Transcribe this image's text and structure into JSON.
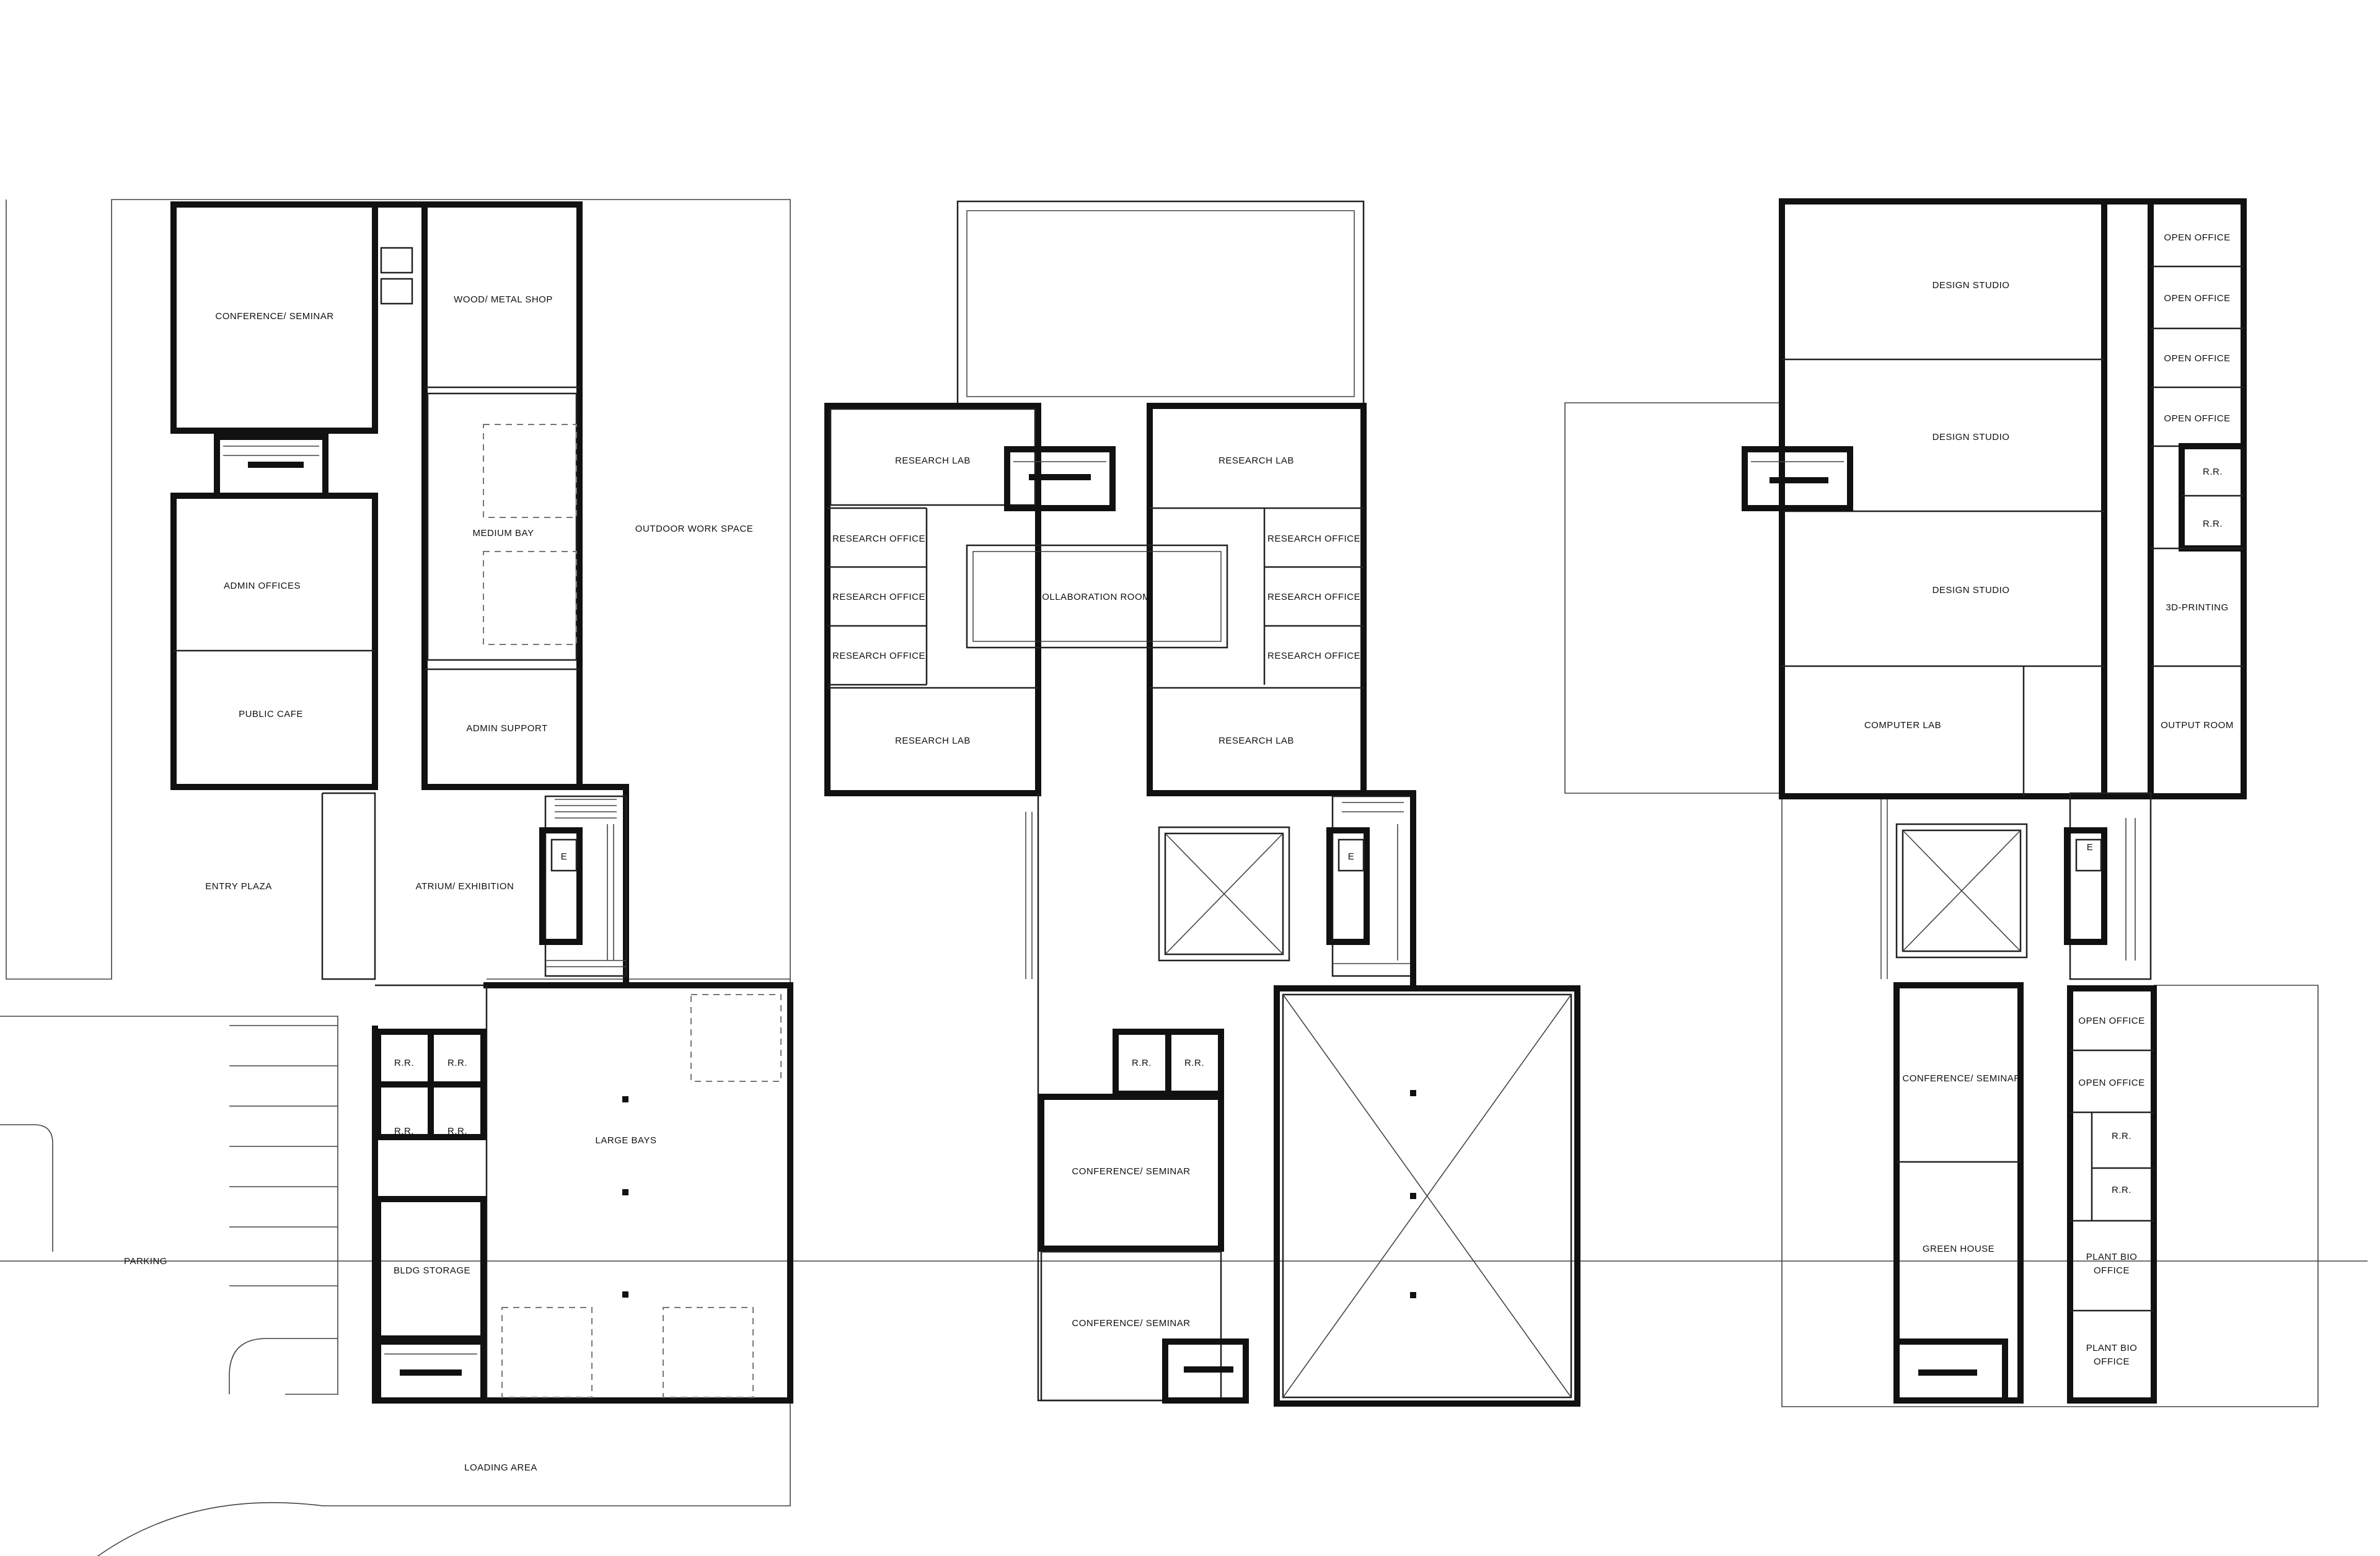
{
  "floor1": {
    "conference": "CONFERENCE/ SEMINAR",
    "wood_shop": "WOOD/ METAL SHOP",
    "medium_bay": "MEDIUM BAY",
    "outdoor": "OUTDOOR WORK SPACE",
    "admin_offices": "ADMIN OFFICES",
    "public_cafe": "PUBLIC CAFE",
    "admin_support": "ADMIN SUPPORT",
    "entry_plaza": "ENTRY PLAZA",
    "atrium": "ATRIUM/ EXHIBITION",
    "elevator": "E",
    "rr": "R.R.",
    "large_bays": "LARGE BAYS",
    "parking": "PARKING",
    "bldg_storage": "BLDG STORAGE",
    "loading": "LOADING AREA"
  },
  "floor2": {
    "research_lab": "RESEARCH LAB",
    "research_office": "RESEARCH OFFICE",
    "collaboration": "COLLABORATION ROOM",
    "elevator": "E",
    "rr": "R.R.",
    "conference": "CONFERENCE/ SEMINAR"
  },
  "floor3": {
    "design_studio": "DESIGN STUDIO",
    "open_office": "OPEN OFFICE",
    "rr": "R.R.",
    "printing": "3D-PRINTING",
    "computer_lab": "COMPUTER LAB",
    "output_room": "OUTPUT ROOM",
    "elevator": "E",
    "conference": "CONFERENCE/ SEMINAR",
    "green_house": "GREEN HOUSE",
    "plant_bio_1": "PLANT BIO",
    "plant_bio_2": "OFFICE"
  }
}
